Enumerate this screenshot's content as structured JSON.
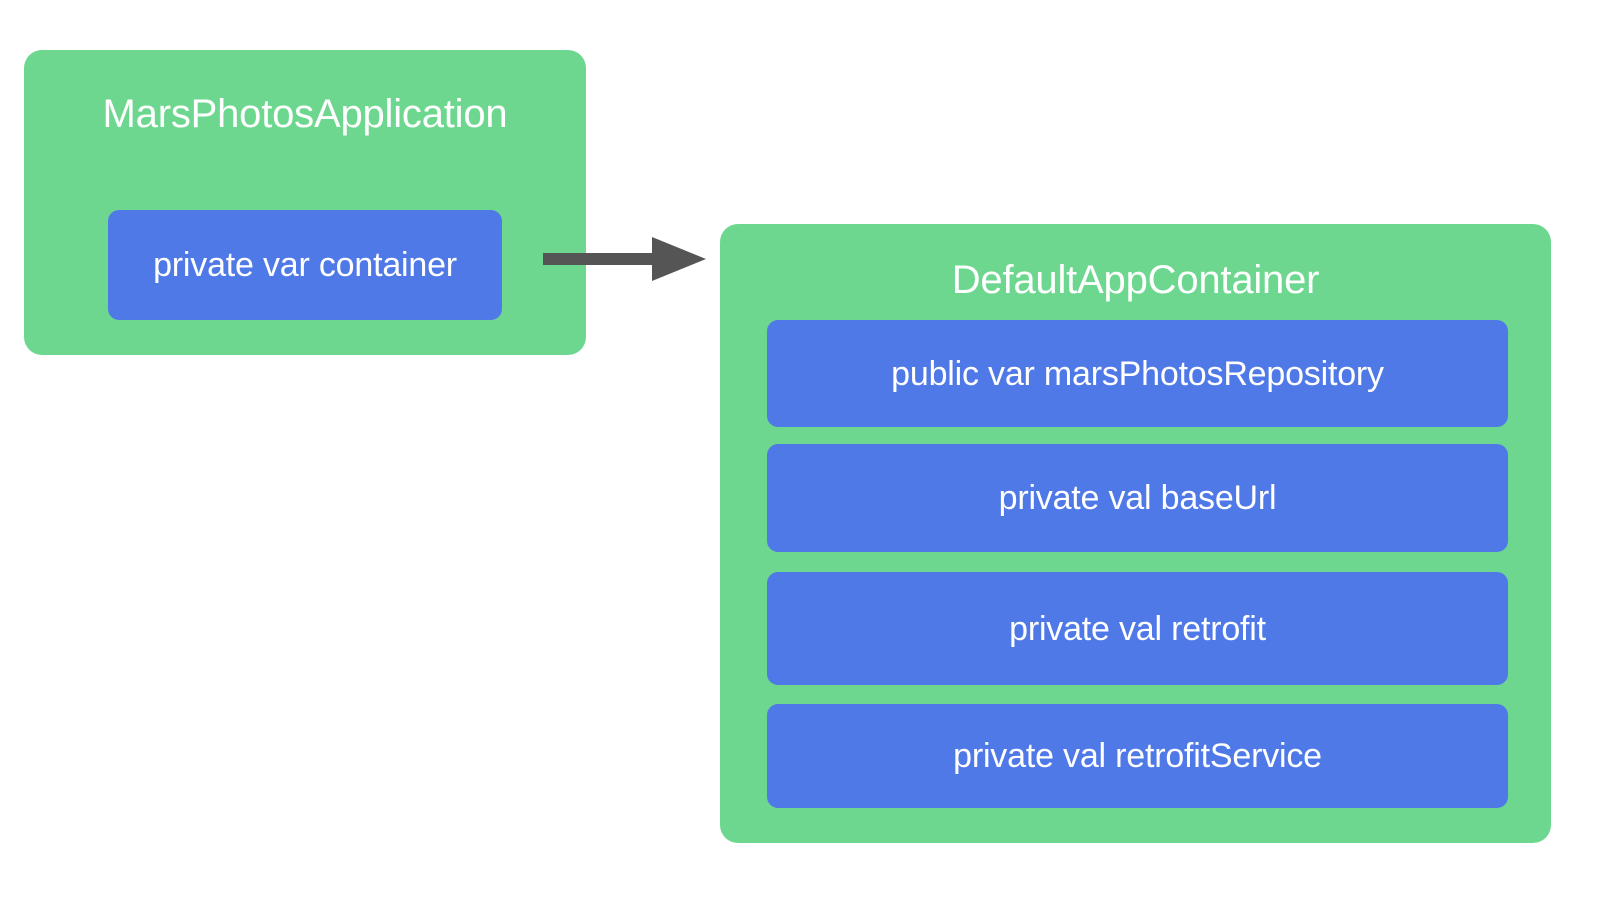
{
  "diagram": {
    "type": "class-dependency-diagram",
    "background_color": "#ffffff",
    "class_color": "#6ed78f",
    "member_color": "#5079e8",
    "arrow_color": "#555555",
    "text_color": "#ffffff",
    "classes": [
      {
        "id": "mars-photos-application",
        "title": "MarsPhotosApplication",
        "members": [
          {
            "id": "container",
            "label": "private var container"
          }
        ]
      },
      {
        "id": "default-app-container",
        "title": "DefaultAppContainer",
        "members": [
          {
            "id": "mars-photos-repository",
            "label": "public var marsPhotosRepository"
          },
          {
            "id": "base-url",
            "label": "private val baseUrl"
          },
          {
            "id": "retrofit",
            "label": "private val retrofit"
          },
          {
            "id": "retrofit-service",
            "label": "private val retrofitService"
          }
        ]
      }
    ],
    "connections": [
      {
        "id": "container-to-default-app-container",
        "icon": "arrow-right-icon",
        "from": "private var container",
        "to": "DefaultAppContainer"
      }
    ]
  }
}
